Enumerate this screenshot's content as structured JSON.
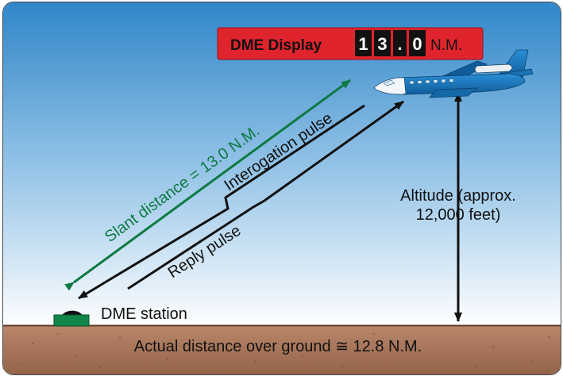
{
  "display": {
    "label": "DME Display",
    "digits": [
      "1",
      "3",
      ".",
      "0"
    ],
    "unit": "N.M."
  },
  "labels": {
    "slant": "Slant distance = 13.0 N.M.",
    "interrogation": "Interogation pulse",
    "reply": "Reply pulse",
    "altitude_line1": "Altitude (approx.",
    "altitude_line2": "12,000 feet)",
    "station": "DME station",
    "ground": "Actual distance over ground ≅ 12.8 N.M."
  },
  "colors": {
    "sky_top": "#2f86c8",
    "sky_bottom": "#ffffff",
    "ground": "#a9775a",
    "display_bg": "#e0242d",
    "slant_arrow": "#0e7a43",
    "pulse_arrows": "#111111",
    "station": "#10864a",
    "aircraft": "#1a73b5"
  }
}
